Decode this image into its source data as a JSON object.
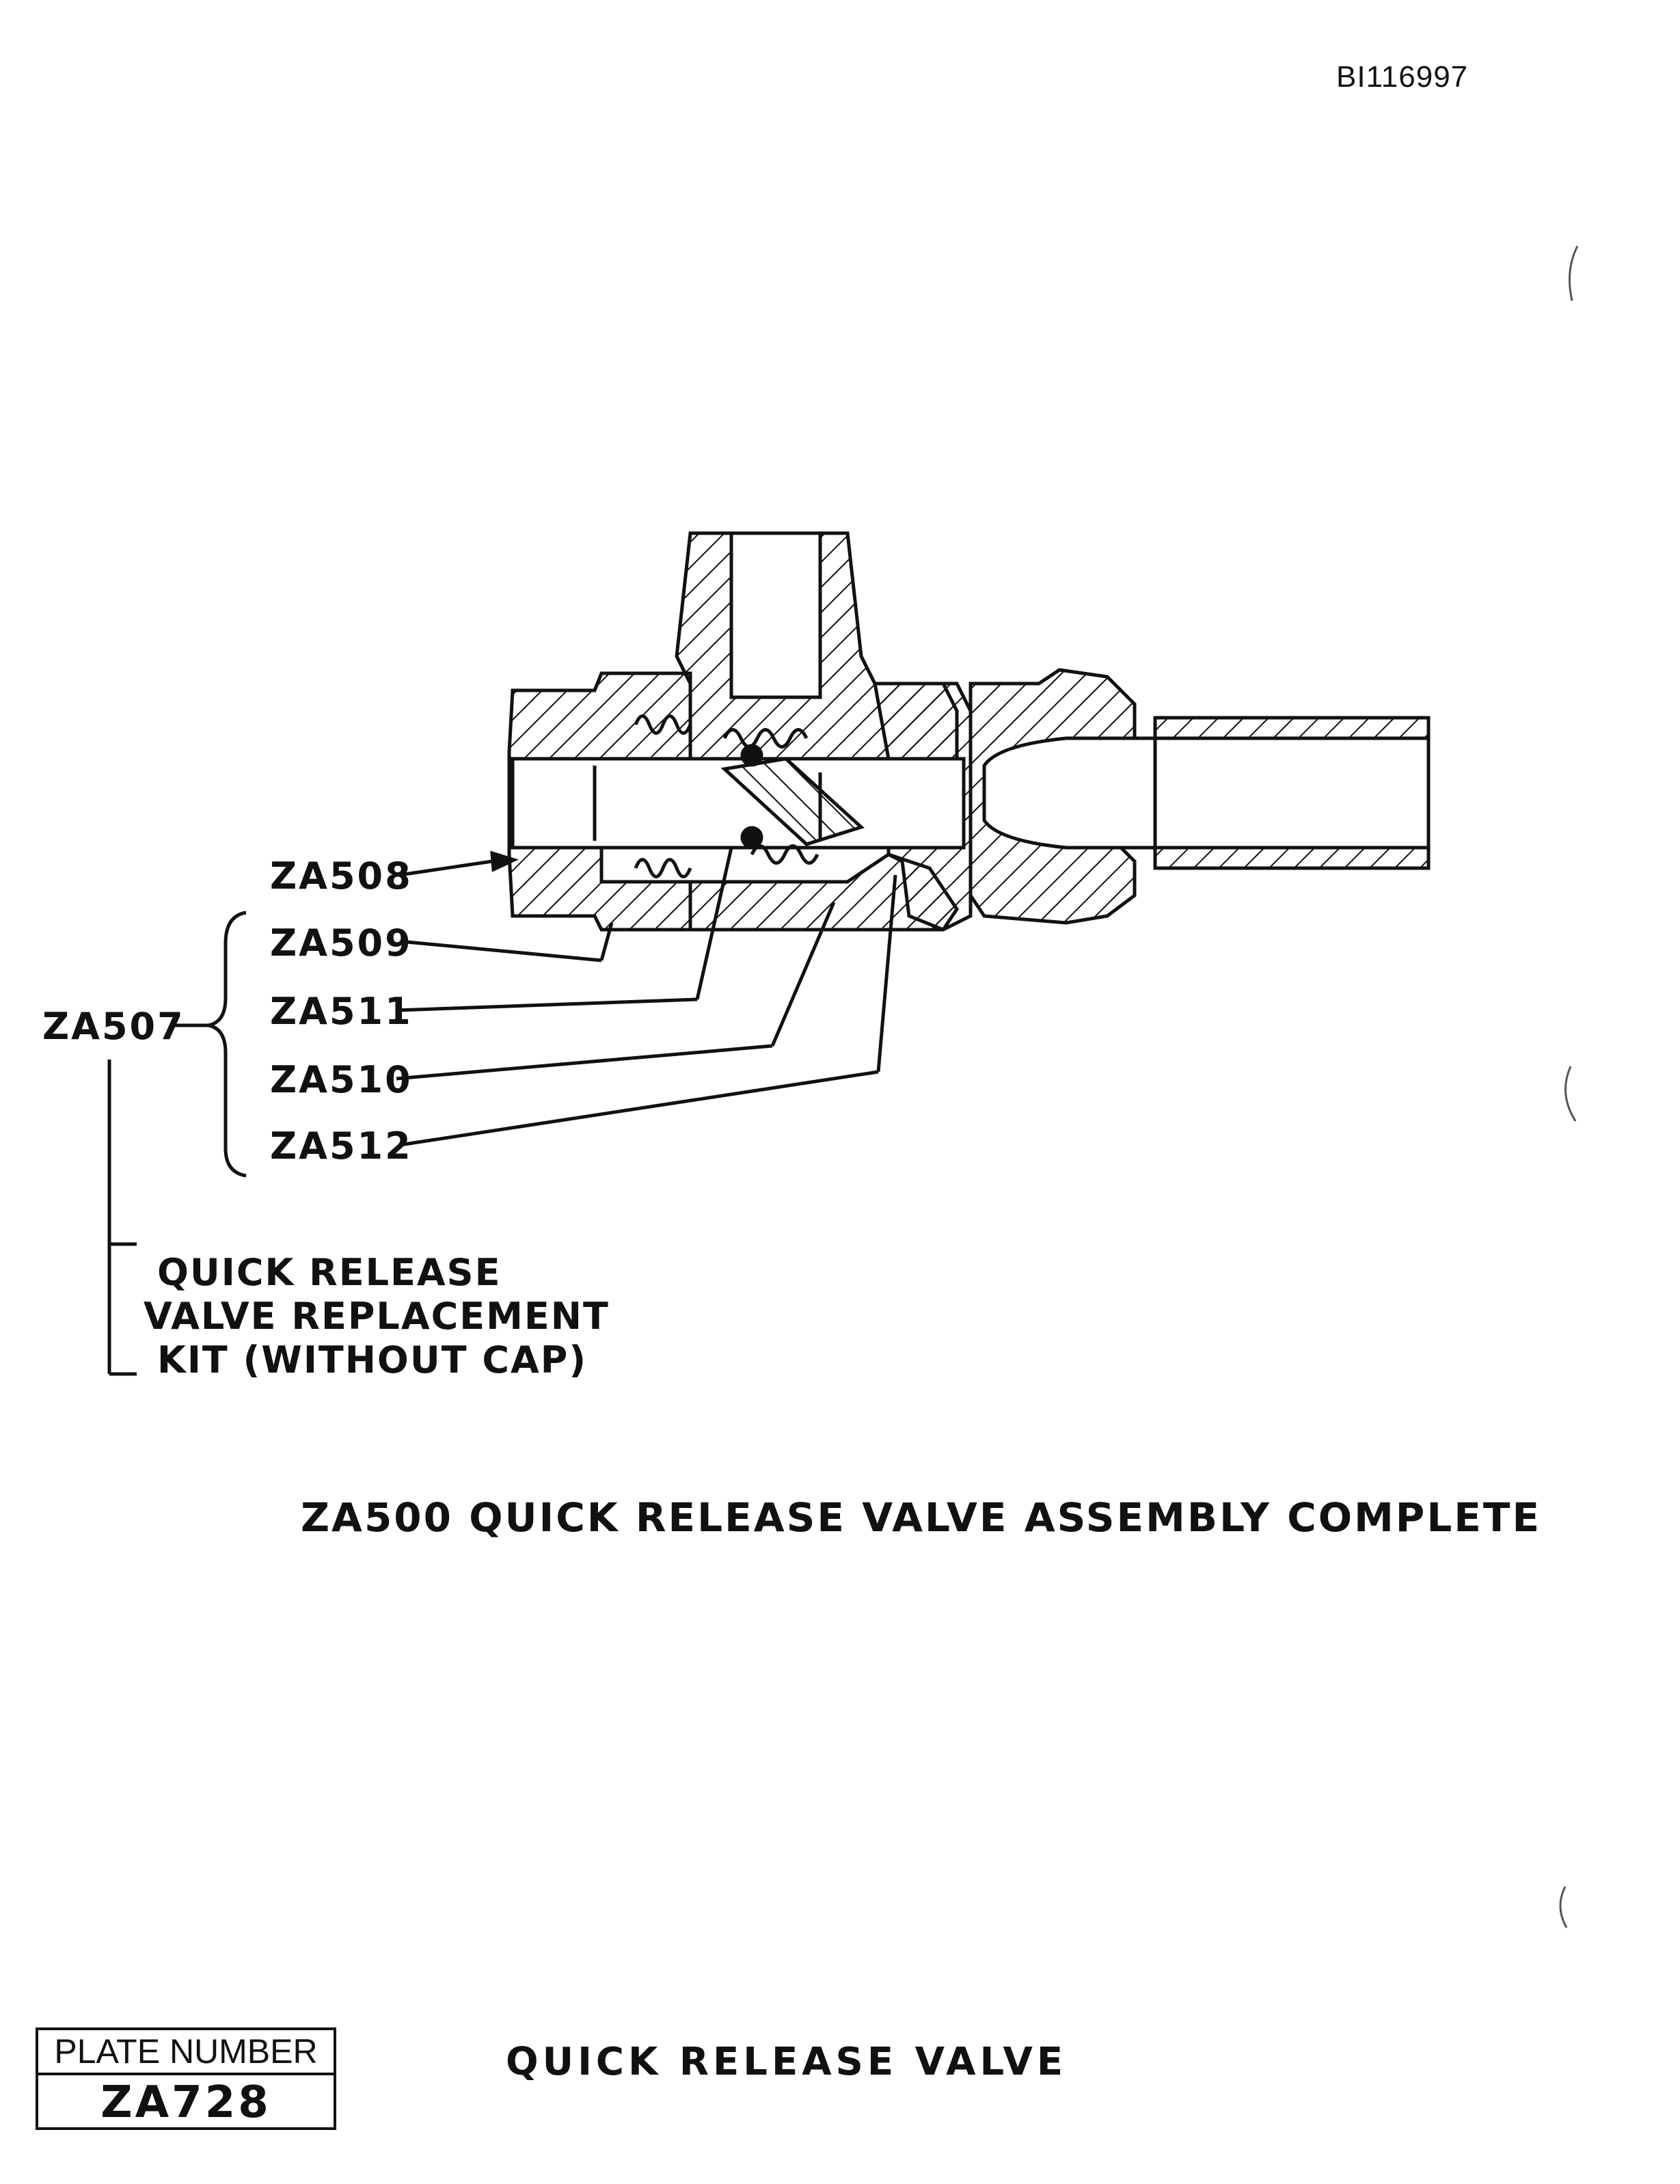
{
  "document": {
    "doc_id": "BI116997",
    "caption": "ZA500 QUICK RELEASE VALVE ASSEMBLY COMPLETE",
    "footer_title": "QUICK RELEASE VALVE",
    "plate": {
      "label": "PLATE NUMBER",
      "number": "ZA728"
    }
  },
  "parts": {
    "za508": "ZA508",
    "za509": "ZA509",
    "za511": "ZA511",
    "za510": "ZA510",
    "za512": "ZA512",
    "za507": "ZA507"
  },
  "kit": {
    "line1": "QUICK RELEASE",
    "line2": "VALVE REPLACEMENT",
    "line3": "KIT (WITHOUT CAP)"
  }
}
